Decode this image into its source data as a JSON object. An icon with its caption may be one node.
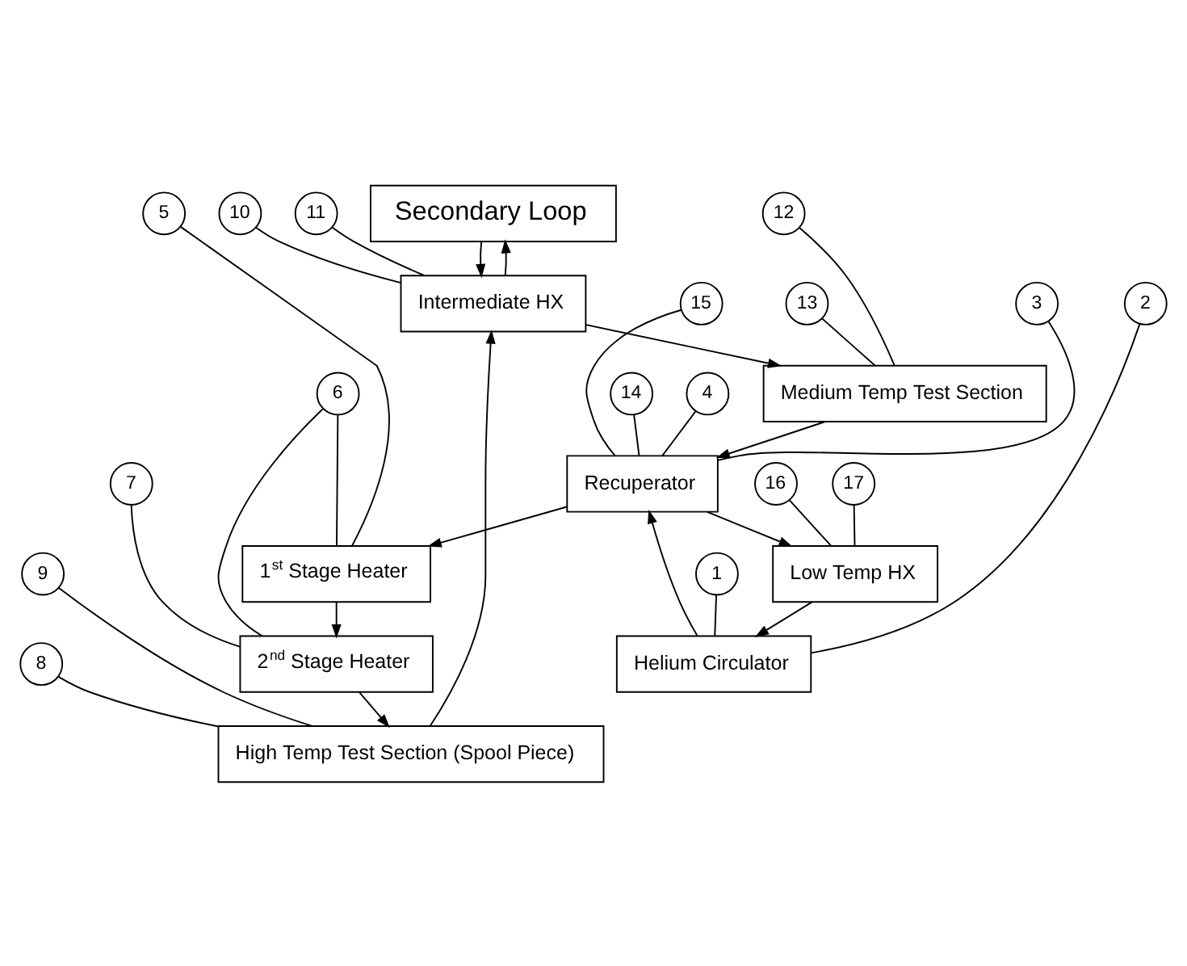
{
  "diagram": {
    "nodes": [
      {
        "text": [
          "Secondary Loop"
        ]
      },
      {
        "text": [
          "10"
        ]
      },
      {
        "text": [
          "Intermediate HX"
        ]
      },
      {
        "text": [
          "11"
        ]
      },
      {
        "text": [
          "12"
        ]
      },
      {
        "text": [
          "Medium Temp Test Section"
        ]
      },
      {
        "text": [
          "9"
        ]
      },
      {
        "text": [
          "3"
        ]
      },
      {
        "text": [
          "2"
        ]
      },
      {
        "text": [
          "High Temp Test Section (Spool Piece)"
        ]
      },
      {
        "text": [
          "13"
        ]
      },
      {
        "text": [
          "Recuperator"
        ]
      },
      {
        "text": [
          "15"
        ]
      },
      {
        "text": [
          "14"
        ]
      },
      {
        "text": [
          "8"
        ]
      },
      {
        "text": [
          "Helium Circulator"
        ]
      },
      {
        "text": [
          "4"
        ]
      },
      {
        "text": [
          "2$^{nd}$ Stage Heater"
        ]
      },
      {
        "text": [
          "1$^{st}$ Stage Heater"
        ]
      },
      {
        "text": [
          "Low Temp HX"
        ]
      },
      {
        "text": [
          "1"
        ]
      },
      {
        "text": [
          "7"
        ]
      },
      {
        "text": [
          "6"
        ]
      },
      {
        "text": [
          "5"
        ]
      },
      {
        "text": [
          "16"
        ]
      },
      {
        "text": [
          "17"
        ]
      }
    ],
    "edges": [
      {
        "from": 15,
        "to": 11,
        "arrow": "to"
      },
      {
        "from": 11,
        "to": 18,
        "arrow": "to"
      },
      {
        "from": 18,
        "to": 17,
        "arrow": "to"
      },
      {
        "from": 17,
        "to": 9,
        "arrow": "to"
      },
      {
        "from": 9,
        "to": 2,
        "arrow": "to"
      },
      {
        "from": 2,
        "to": 0,
        "arrow": "to"
      },
      {
        "from": 0,
        "to": 2,
        "arrow": "to"
      },
      {
        "from": 2,
        "to": 5,
        "arrow": "to"
      },
      {
        "from": 5,
        "to": 11,
        "arrow": "to"
      },
      {
        "from": 11,
        "to": 19,
        "arrow": "to"
      },
      {
        "from": 19,
        "to": 15,
        "arrow": "to"
      },
      {
        "from": 1,
        "to": 2,
        "arrow": "none"
      },
      {
        "from": 3,
        "to": 2,
        "arrow": "none"
      },
      {
        "from": 4,
        "to": 5,
        "arrow": "none"
      },
      {
        "from": 6,
        "to": 9,
        "arrow": "none"
      },
      {
        "from": 7,
        "to": 11,
        "arrow": "none"
      },
      {
        "from": 8,
        "to": 15,
        "arrow": "none"
      },
      {
        "from": 10,
        "to": 5,
        "arrow": "none"
      },
      {
        "from": 12,
        "to": 11,
        "arrow": "none"
      },
      {
        "from": 13,
        "to": 11,
        "arrow": "none"
      },
      {
        "from": 14,
        "to": 9,
        "arrow": "none"
      },
      {
        "from": 16,
        "to": 11,
        "arrow": "none"
      },
      {
        "from": 20,
        "to": 15,
        "arrow": "none"
      },
      {
        "from": 21,
        "to": 17,
        "arrow": "none"
      },
      {
        "from": 22,
        "to": 17,
        "arrow": "none"
      },
      {
        "from": 22,
        "to": 18,
        "arrow": "none"
      },
      {
        "from": 23,
        "to": 18,
        "arrow": "none"
      },
      {
        "from": 24,
        "to": 19,
        "arrow": "none"
      },
      {
        "from": 25,
        "to": 19,
        "arrow": "none"
      }
    ]
  }
}
